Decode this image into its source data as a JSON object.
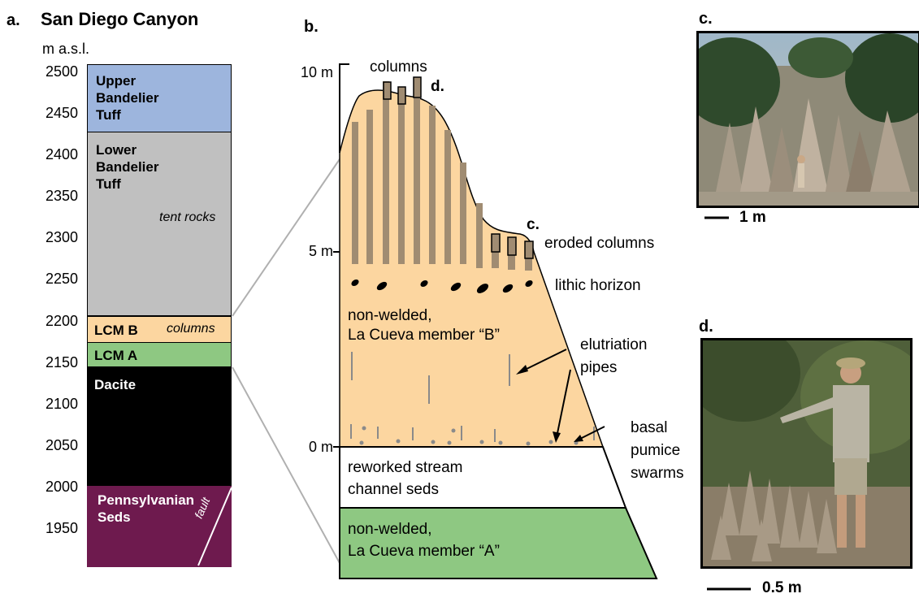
{
  "panel_a": {
    "letter": "a.",
    "title": "San Diego Canyon",
    "axis_label": "m a.s.l.",
    "ticks": [
      "2500",
      "2450",
      "2400",
      "2350",
      "2300",
      "2250",
      "2200",
      "2150",
      "2100",
      "2050",
      "2000",
      "1950"
    ],
    "units": {
      "upper": {
        "label": "Upper Bandelier Tuff",
        "color": "#9db5dd"
      },
      "lower": {
        "label": "Lower Bandelier Tuff",
        "note": "tent rocks",
        "color": "#c0c0c0"
      },
      "lcm_b": {
        "label": "LCM B",
        "note": "columns",
        "color": "#fcd6a0"
      },
      "lcm_a": {
        "label": "LCM A",
        "color": "#8ec882"
      },
      "dacite": {
        "label": "Dacite",
        "color": "#000000"
      },
      "penn": {
        "label": "Pennsylvanian Seds",
        "note": "fault",
        "color": "#6e1a4e"
      }
    }
  },
  "panel_b": {
    "letter": "b.",
    "ticks": {
      "top": "10 m",
      "mid": "5 m",
      "bottom": "0 m"
    },
    "labels": {
      "columns": "columns",
      "d_marker": "d.",
      "c_marker": "c.",
      "eroded_columns": "eroded columns",
      "lithic_horizon": "lithic horizon",
      "non_welded_b_1": "non-welded,",
      "non_welded_b_2": "La Cueva member “B”",
      "elutriation_1": "elutriation",
      "elutriation_2": "pipes",
      "basal_1": "basal",
      "basal_2": "pumice",
      "basal_3": "swarms",
      "reworked_1": "reworked stream",
      "reworked_2": "channel seds",
      "non_welded_a_1": "non-welded,",
      "non_welded_a_2": "La Cueva member “A”"
    }
  },
  "panel_c": {
    "letter": "c.",
    "scale": "1 m"
  },
  "panel_d": {
    "letter": "d.",
    "scale": "0.5 m"
  }
}
